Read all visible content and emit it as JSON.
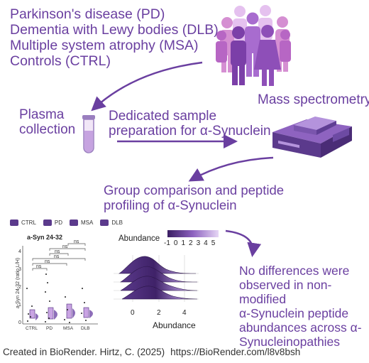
{
  "groups": [
    "Parkinson's disease (PD)",
    "Dementia with Lewy bodies (DLB)",
    "Multiple system atrophy (MSA)",
    "Controls (CTRL)"
  ],
  "steps": {
    "plasma_line1": "Plasma",
    "plasma_line2": "collection",
    "prep_line1": "Dedicated sample",
    "prep_line2": "preparation for α-Synuclein",
    "mass_spec": "Mass spectrometry",
    "group_line1": "Group comparison and peptide",
    "group_line2": "profiling of α-Synuclein"
  },
  "result_text": [
    "No differences were",
    "observed in non-modified",
    "α-Synuclein peptide",
    "abundances across α-",
    "Synucleinopathies"
  ],
  "credit": {
    "text": "Created in BioRender. Hirtz, C. (2025)",
    "url": "https://BioRender.com/l8v8bsh"
  },
  "boxplot": {
    "legend": [
      "CTRL",
      "PD",
      "MSA",
      "DLB"
    ],
    "title": "a-Syn 24-32",
    "ylabel": "a-Syn 24-32 (ratio L/H)",
    "categories": [
      "CTRL",
      "PD",
      "MSA",
      "DLB"
    ],
    "y_ticks": [
      "0",
      "1",
      "2",
      "3",
      "4"
    ],
    "ns_labels": [
      "ns",
      "ns",
      "ns",
      "ns",
      "ns",
      "ns"
    ]
  },
  "ridge": {
    "legend_title": "Abundance",
    "scale_ticks": [
      "-1",
      "0",
      "1",
      "2",
      "3",
      "4",
      "5"
    ],
    "x_ticks": [
      "0",
      "2",
      "4"
    ],
    "xlabel": "Abundance"
  },
  "colors": {
    "primary": "#6a3fa0",
    "dark": "#4b2a7a",
    "light": "#c9a4e3",
    "pink": "#d47fc0"
  },
  "icons": [
    "people-group-icon",
    "test-tube-icon",
    "mass-spectrometer-icon",
    "arrow-icon"
  ]
}
